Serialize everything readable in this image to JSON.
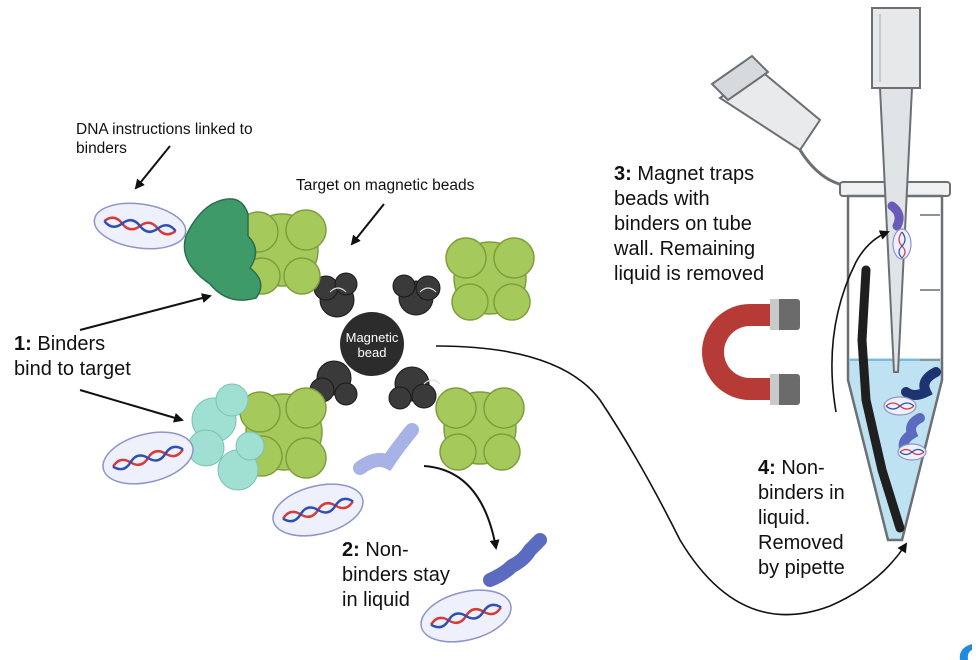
{
  "labels": {
    "dna_instructions": "DNA instructions linked to\nbinders",
    "target_beads": "Target on magnetic beads",
    "bead": "Magnetic\nbead",
    "step1": {
      "num": "1:",
      "text": " Binders\nbind to target"
    },
    "step2": {
      "num": "2:",
      "text": " Non-\nbinders stay\nin liquid"
    },
    "step3": {
      "num": "3:",
      "text": " Magnet traps\nbeads with\nbinders on tube\nwall. Remaining\nliquid is removed"
    },
    "step4": {
      "num": "4:",
      "text": " Non-\nbinders in\nliquid.\nRemoved\nby pipette"
    }
  },
  "colors": {
    "binder_green": "#3f9a6a",
    "binder_teal": "#9fe0d3",
    "target_green": "#a6c95c",
    "bead": "#2c2c2c",
    "nonbinder_blue": "#5b6bc0",
    "nonbinder_light": "#a7b2e6",
    "magnet_red": "#b63a35",
    "liquid": "#bfe2f2",
    "dna_red": "#d63a3a",
    "dna_blue": "#2b4fb3",
    "oval_fill": "#eef0fb",
    "oval_stroke": "#8d95c8"
  }
}
